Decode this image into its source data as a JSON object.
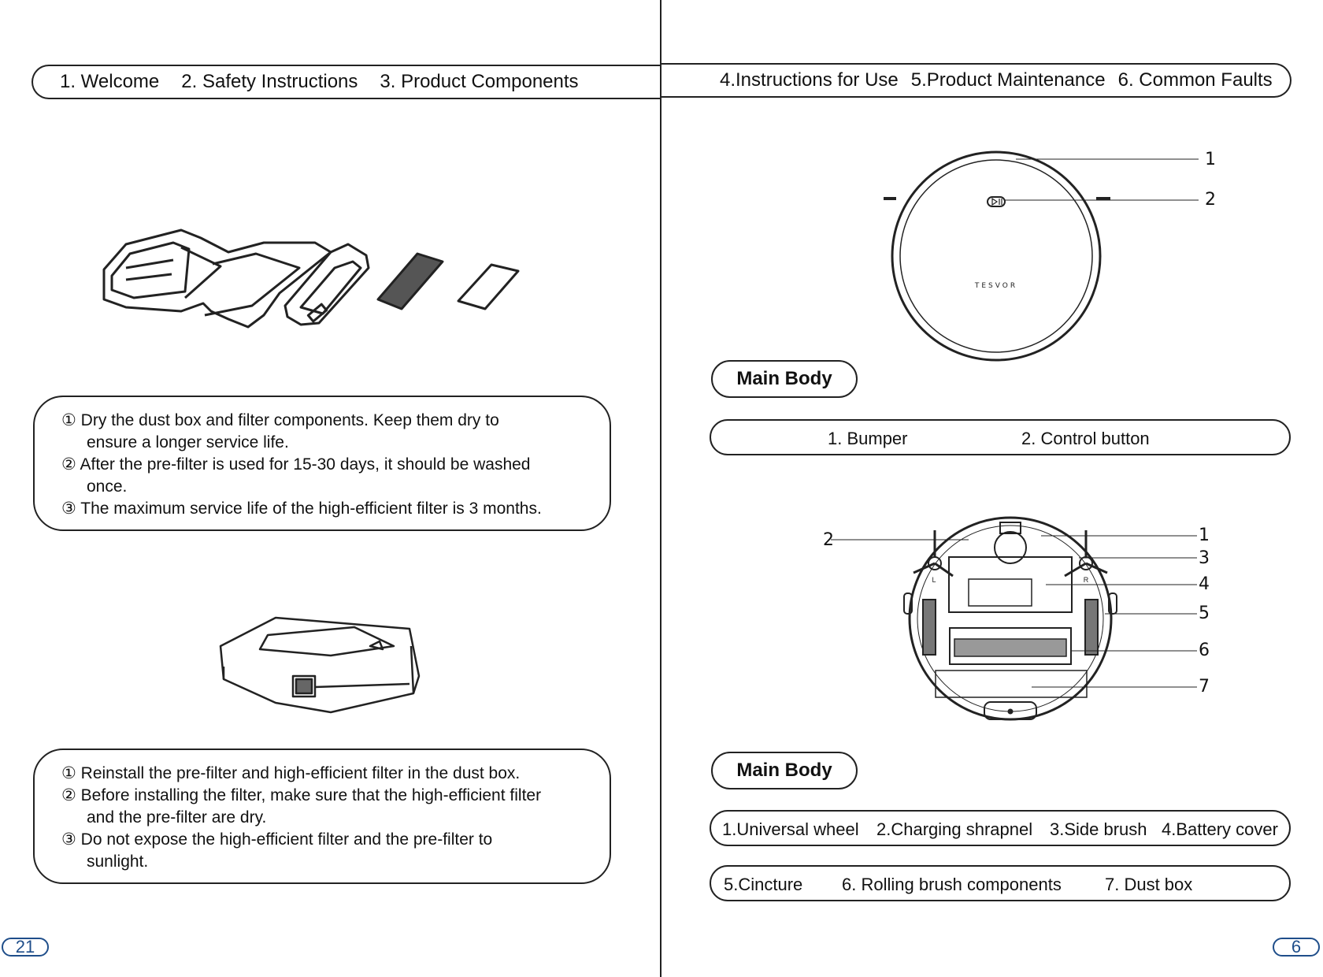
{
  "nav_left": [
    "1. Welcome",
    "2. Safety Instructions",
    "3. Product Components"
  ],
  "nav_right": [
    "4.Instructions for Use",
    "5.Product Maintenance",
    "6. Common Faults"
  ],
  "note1": [
    "① Dry the dust box and filter components. Keep them dry to",
    "ensure a longer service life.",
    "② After the pre-filter is used for 15-30 days, it should be washed",
    "once.",
    "③ The maximum service life of the high-efficient filter is 3 months."
  ],
  "note2": [
    "① Reinstall the pre-filter and high-efficient filter in the dust box.",
    "② Before installing the filter, make sure that the high-efficient filter",
    "and the pre-filter are dry.",
    "③ Do not expose the high-efficient filter and the pre-filter to",
    "sunlight."
  ],
  "top_robot": {
    "brand": "TESVOR",
    "callouts": [
      "1",
      "2"
    ],
    "tag": "Main Body",
    "labels": [
      "1. Bumper",
      "2. Control button"
    ]
  },
  "bottom_robot": {
    "callouts_right": [
      "1",
      "3",
      "4",
      "5",
      "6",
      "7"
    ],
    "callout_left": "2",
    "wheel_left": "L",
    "wheel_right": "R",
    "tag": "Main Body",
    "labels_row1": [
      "1.Universal wheel",
      "2.Charging shrapnel",
      "3.Side brush",
      "4.Battery cover"
    ],
    "labels_row2": [
      "5.Cincture",
      "6. Rolling brush components",
      "7. Dust box"
    ]
  },
  "page_left": "21",
  "page_right": "6",
  "colors": {
    "page_number": "#1f4e8a",
    "line": "#222222"
  }
}
